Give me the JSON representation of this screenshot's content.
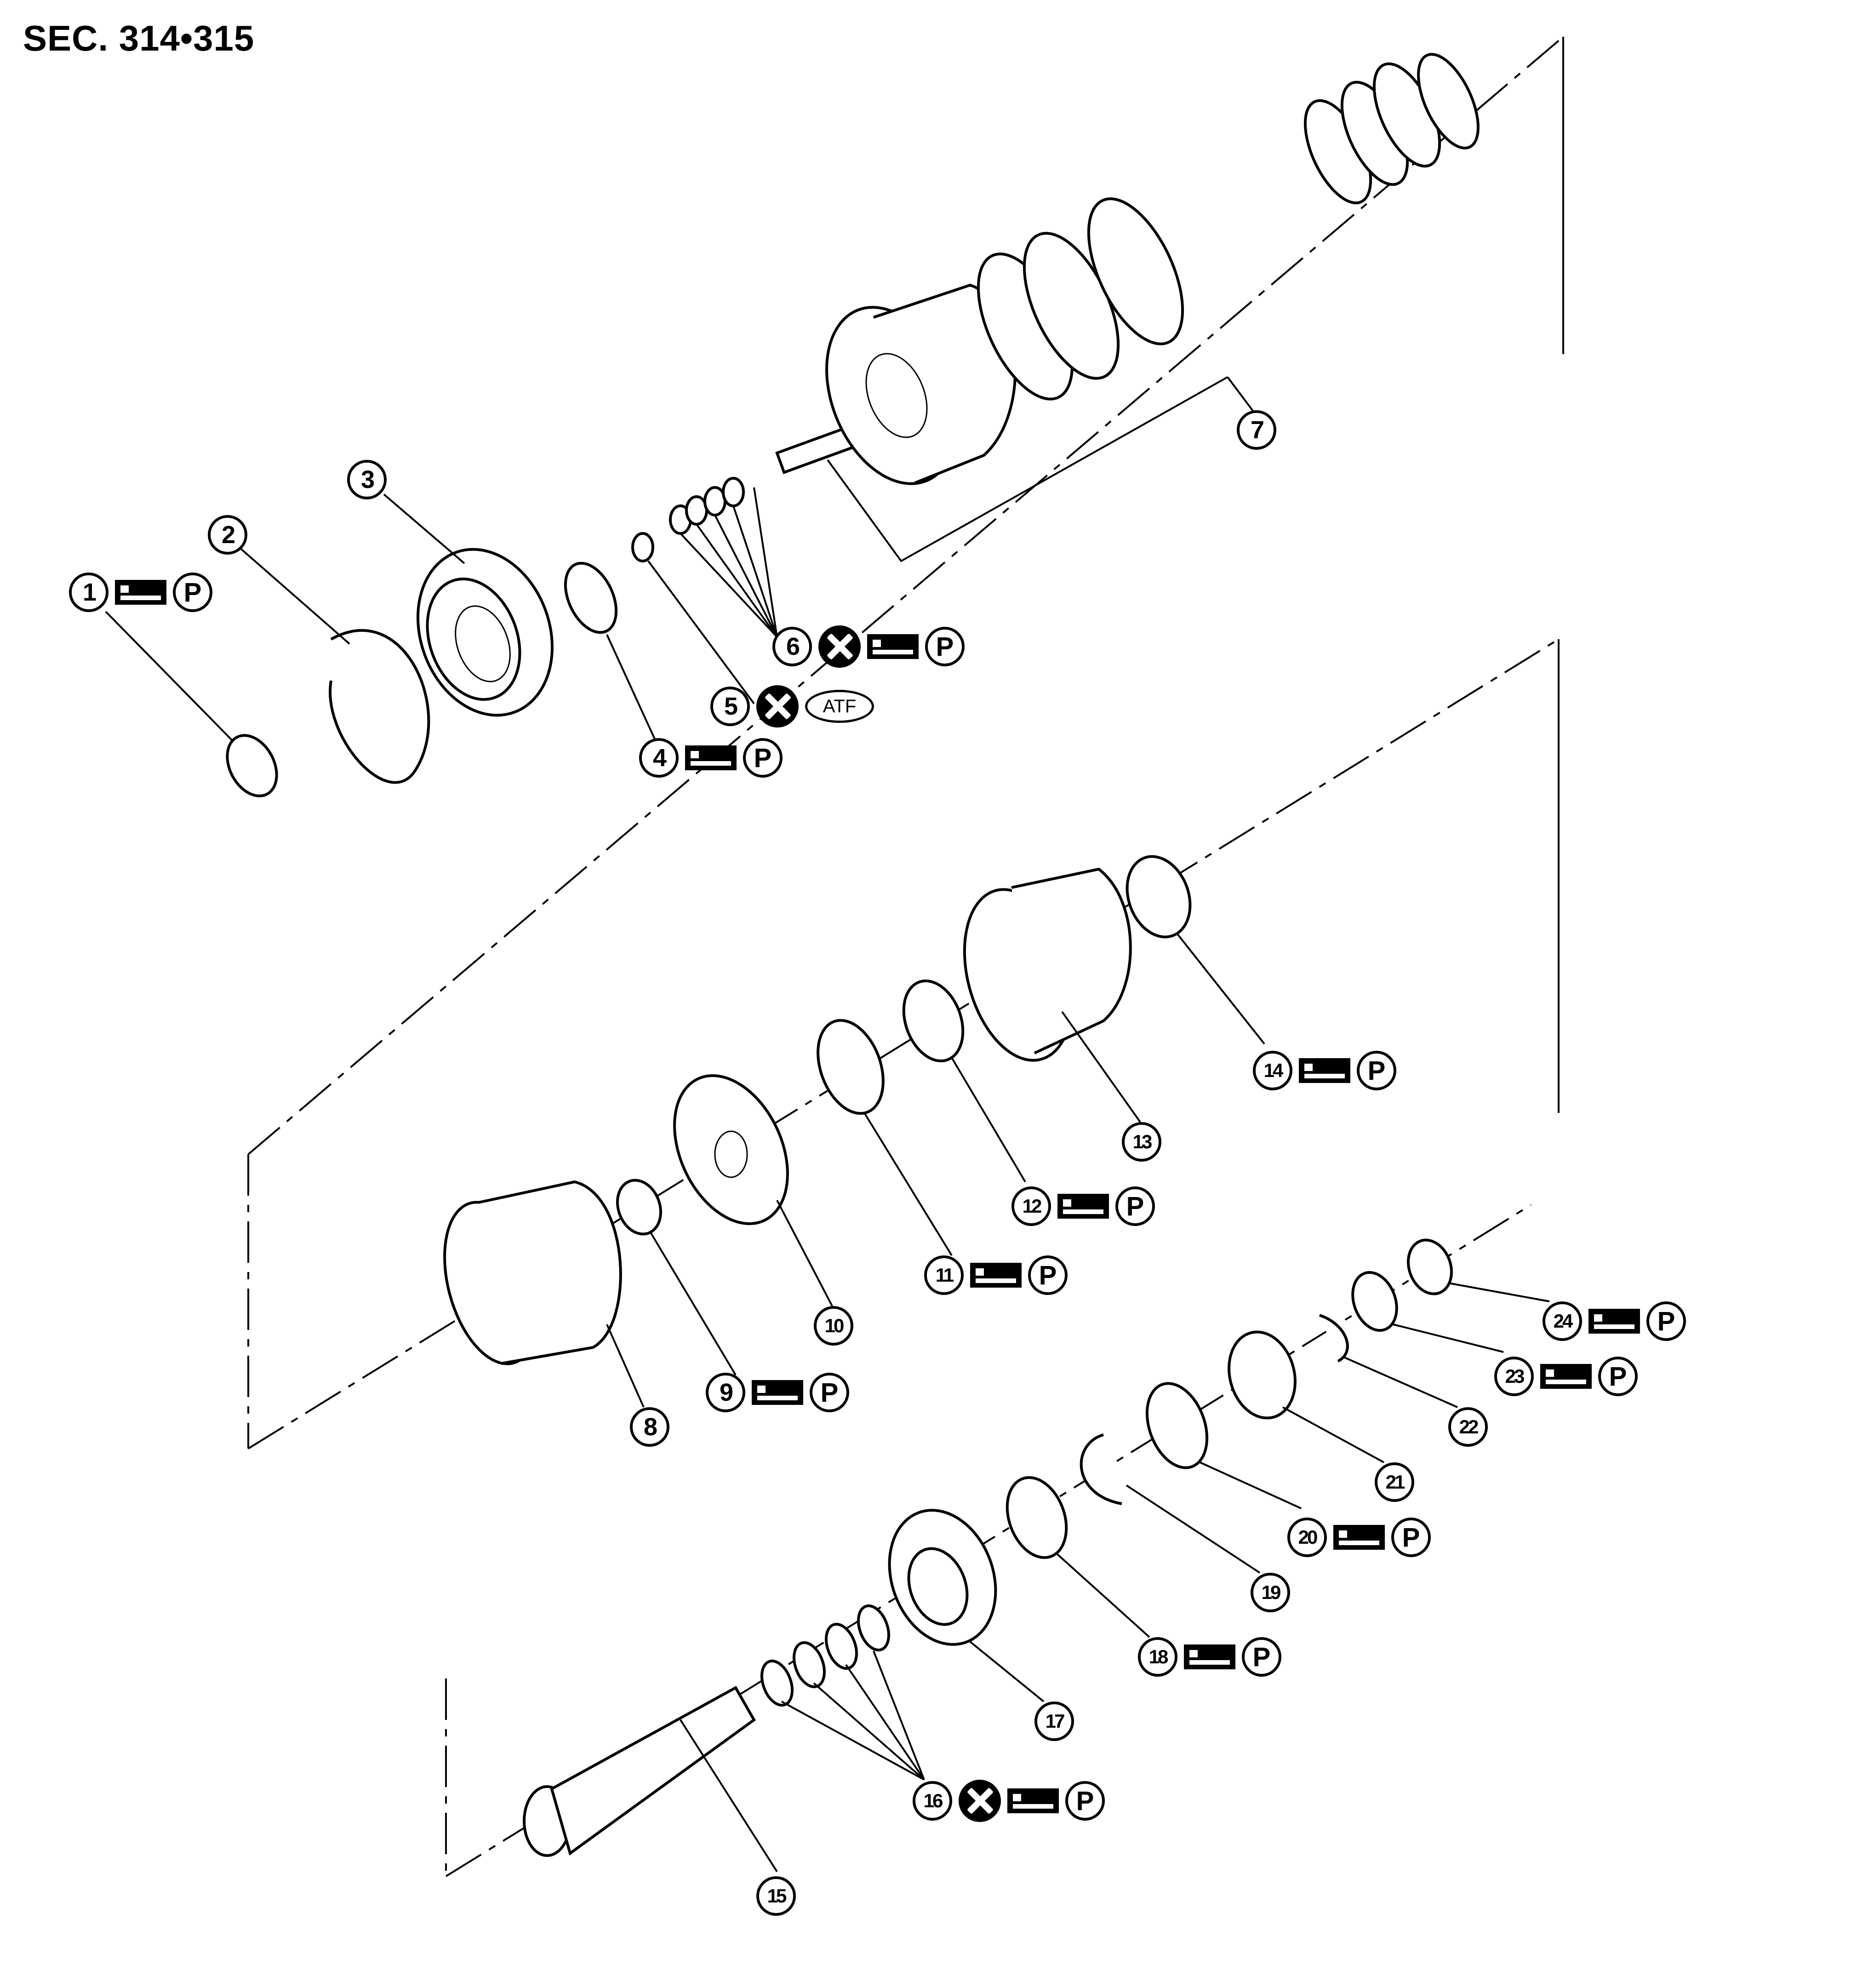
{
  "title": "SEC. 314•315",
  "callouts": [
    {
      "n": "1",
      "symbols": [
        "grease-icon",
        "p-icon"
      ]
    },
    {
      "n": "2",
      "symbols": []
    },
    {
      "n": "3",
      "symbols": []
    },
    {
      "n": "4",
      "symbols": [
        "grease-icon",
        "p-icon"
      ]
    },
    {
      "n": "5",
      "symbols": [
        "replace-icon",
        "atf-icon"
      ]
    },
    {
      "n": "6",
      "symbols": [
        "replace-icon",
        "grease-icon",
        "p-icon"
      ]
    },
    {
      "n": "7",
      "symbols": []
    },
    {
      "n": "8",
      "symbols": []
    },
    {
      "n": "9",
      "symbols": [
        "grease-icon",
        "p-icon"
      ]
    },
    {
      "n": "10",
      "symbols": []
    },
    {
      "n": "11",
      "symbols": [
        "grease-icon",
        "p-icon"
      ]
    },
    {
      "n": "12",
      "symbols": [
        "grease-icon",
        "p-icon"
      ]
    },
    {
      "n": "13",
      "symbols": []
    },
    {
      "n": "14",
      "symbols": [
        "grease-icon",
        "p-icon"
      ]
    },
    {
      "n": "15",
      "symbols": []
    },
    {
      "n": "16",
      "symbols": [
        "replace-icon",
        "grease-icon",
        "p-icon"
      ]
    },
    {
      "n": "17",
      "symbols": []
    },
    {
      "n": "18",
      "symbols": [
        "grease-icon",
        "p-icon"
      ]
    },
    {
      "n": "19",
      "symbols": []
    },
    {
      "n": "20",
      "symbols": [
        "grease-icon",
        "p-icon"
      ]
    },
    {
      "n": "21",
      "symbols": []
    },
    {
      "n": "22",
      "symbols": []
    },
    {
      "n": "23",
      "symbols": [
        "grease-icon",
        "p-icon"
      ]
    },
    {
      "n": "24",
      "symbols": [
        "grease-icon",
        "p-icon"
      ]
    }
  ],
  "symbol_text": {
    "p": "P",
    "atf": "ATF"
  }
}
